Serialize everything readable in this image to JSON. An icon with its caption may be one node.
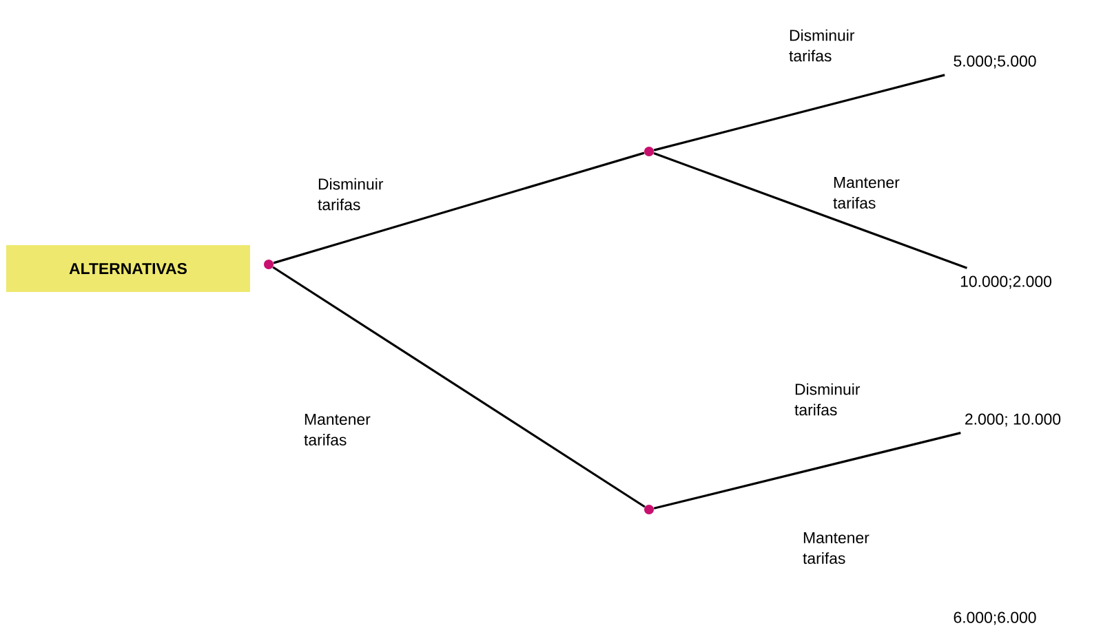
{
  "diagram": {
    "nodes": [
      {
        "text": [
          "ALTERNATIVAS"
        ]
      },
      {
        "text": [],
        "shape": "circle"
      },
      {
        "text": [],
        "shape": "circle"
      },
      {
        "text": [],
        "shape": "circle"
      },
      {
        "text": [
          "5.000;5.000"
        ]
      },
      {
        "text": [
          "10.000;2.000"
        ]
      },
      {
        "text": [
          "2.000; 10.000"
        ]
      }
    ],
    "edges": [
      {
        "from": 1,
        "to": 2,
        "arrow": "none",
        "label": "Disminuir tarifas"
      },
      {
        "from": 1,
        "to": 3,
        "arrow": "none",
        "label": "Mantener tarifas"
      },
      {
        "from": 2,
        "to": 4,
        "arrow": "none",
        "label": "Disminuir tarifas"
      },
      {
        "from": 2,
        "to": 5,
        "arrow": "none",
        "label": "Mantener tarifas"
      },
      {
        "from": 3,
        "to": 6,
        "arrow": "none",
        "label": "Disminuir tarifas"
      }
    ],
    "labels": [
      "Mantener tarifas",
      "6.000;6.000"
    ]
  }
}
